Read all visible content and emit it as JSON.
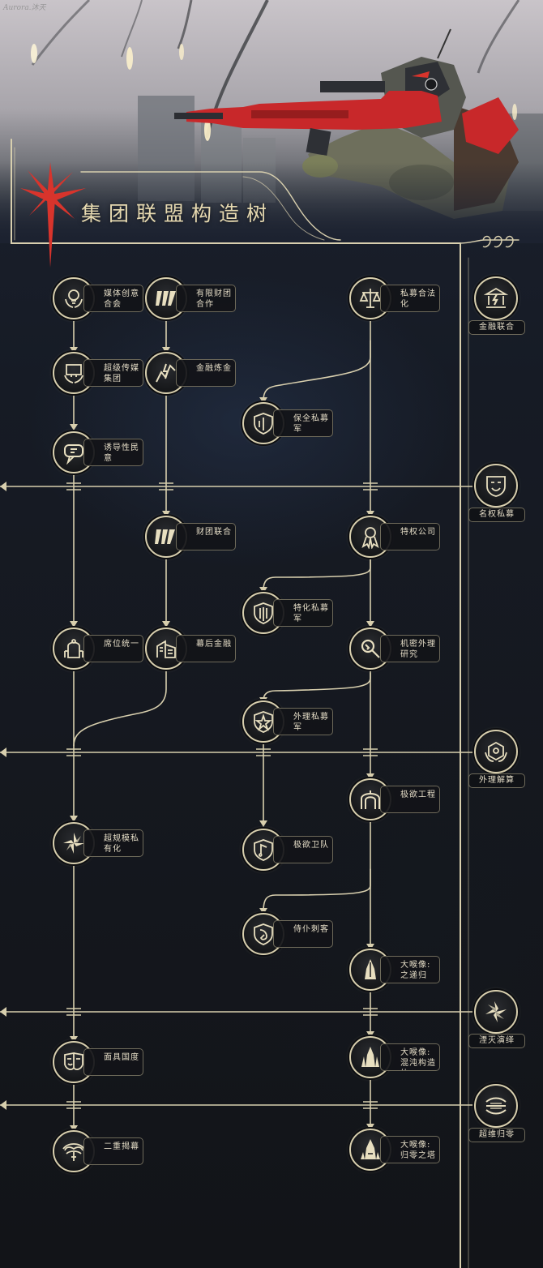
{
  "watermark": "Aurora.沐天",
  "title": "集团联盟构造树",
  "colors": {
    "line": "#d8cfae",
    "accent": "#d8342c",
    "label_border": "#6e6a5a",
    "text": "#e4dcc6"
  },
  "tree_nodes": {
    "media_creative": {
      "label": "媒体创意合会",
      "icon": "bulb-laurel-icon"
    },
    "limited_finance": {
      "label": "有限财团合作",
      "icon": "finance-glyph-icon"
    },
    "private_legal": {
      "label": "私募合法化",
      "icon": "scales-icon"
    },
    "super_media": {
      "label": "超级传媒集团",
      "icon": "monitor-laurel-icon"
    },
    "finance_alchemy": {
      "label": "金融炼金",
      "icon": "lightning-trend-icon"
    },
    "guard_private": {
      "label": "保全私募军",
      "icon": "shield-icon"
    },
    "induce_opinion": {
      "label": "诱导性民意",
      "icon": "speech-icon"
    },
    "consortium": {
      "label": "财团联合",
      "icon": "finance-glyph-icon"
    },
    "privilege_company": {
      "label": "特权公司",
      "icon": "ribbon-medal-icon"
    },
    "special_private": {
      "label": "特化私募军",
      "icon": "shield-bars-icon"
    },
    "seat_unify": {
      "label": "席位统一",
      "icon": "throne-icon"
    },
    "backstage_finance": {
      "label": "幕后金融",
      "icon": "buildings-icon"
    },
    "secret_research": {
      "label": "机密外理研究",
      "icon": "magnifier-icon"
    },
    "alien_private": {
      "label": "外理私募军",
      "icon": "shield-star-icon"
    },
    "ultra_privatize": {
      "label": "超规模私有化",
      "icon": "pinwheel-icon"
    },
    "extreme_guard": {
      "label": "极欲卫队",
      "icon": "shield-note-icon"
    },
    "extreme_engineering": {
      "label": "极欲工程",
      "icon": "arch-icon"
    },
    "servant_assassin": {
      "label": "侍仆刺客",
      "icon": "shield-beast-icon"
    },
    "colossus_return": {
      "label": "大喉像:之递归",
      "icon": "spire-icon"
    },
    "mask_nation": {
      "label": "面具国度",
      "icon": "mask-icon"
    },
    "colossus_chaos": {
      "label": "大喉像:混沌构造体",
      "icon": "spire-crown-icon"
    },
    "double_unveil": {
      "label": "二重揭幕",
      "icon": "veil-icon"
    },
    "colossus_zero": {
      "label": "大喉像:归零之塔",
      "icon": "spire-tower-icon"
    }
  },
  "finisher_nodes": {
    "finance_union": {
      "label": "金融联合",
      "icon": "bank-icon"
    },
    "named_private": {
      "label": "名权私募",
      "icon": "mask-badge-icon"
    },
    "alien_decode": {
      "label": "外理解算",
      "icon": "hands-hex-icon"
    },
    "annihilate_deduce": {
      "label": "湮灭演绎",
      "icon": "shatter-star-icon"
    },
    "hyper_zero": {
      "label": "超维归零",
      "icon": "layers-icon"
    }
  }
}
